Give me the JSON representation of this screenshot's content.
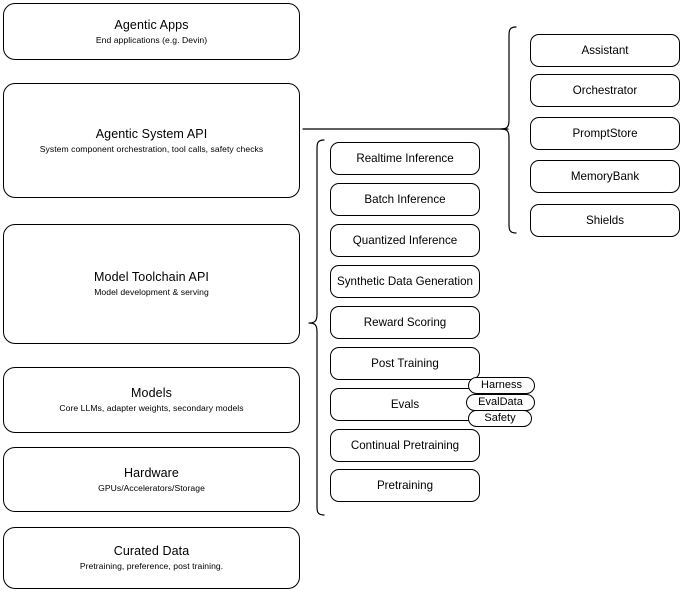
{
  "diagram": {
    "title": "AI stack layered architecture diagram",
    "stroke_color": "#000000",
    "background_color": "#ffffff"
  },
  "layers": [
    {
      "name": "agentic-apps",
      "title": "Agentic Apps",
      "subtitle": "End applications (e.g. Devin)"
    },
    {
      "name": "agentic-system-api",
      "title": "Agentic System API",
      "subtitle": "System component orchestration, tool calls, safety checks"
    },
    {
      "name": "model-toolchain-api",
      "title": "Model Toolchain API",
      "subtitle": "Model development & serving"
    },
    {
      "name": "models",
      "title": "Models",
      "subtitle": "Core LLMs, adapter weights, secondary models"
    },
    {
      "name": "hardware",
      "title": "Hardware",
      "subtitle": "GPUs/Accelerators/Storage"
    },
    {
      "name": "curated-data",
      "title": "Curated Data",
      "subtitle": "Pretraining, preference, post training."
    }
  ],
  "toolchain_components": [
    {
      "name": "realtime-inference",
      "label": "Realtime Inference"
    },
    {
      "name": "batch-inference",
      "label": "Batch Inference"
    },
    {
      "name": "quantized-inference",
      "label": "Quantized Inference"
    },
    {
      "name": "synthetic-data-generation",
      "label": "Synthetic Data Generation"
    },
    {
      "name": "reward-scoring",
      "label": "Reward Scoring"
    },
    {
      "name": "post-training",
      "label": "Post Training"
    },
    {
      "name": "evals",
      "label": "Evals"
    },
    {
      "name": "continual-pretraining",
      "label": "Continual Pretraining"
    },
    {
      "name": "pretraining",
      "label": "Pretraining"
    }
  ],
  "system_components": [
    {
      "name": "assistant",
      "label": "Assistant"
    },
    {
      "name": "orchestrator",
      "label": "Orchestrator"
    },
    {
      "name": "promptstore",
      "label": "PromptStore"
    },
    {
      "name": "memorybank",
      "label": "MemoryBank"
    },
    {
      "name": "shields",
      "label": "Shields"
    }
  ],
  "evals_tags": [
    {
      "name": "harness",
      "label": "Harness"
    },
    {
      "name": "evaldata",
      "label": "EvalData"
    },
    {
      "name": "safety",
      "label": "Safety"
    }
  ]
}
